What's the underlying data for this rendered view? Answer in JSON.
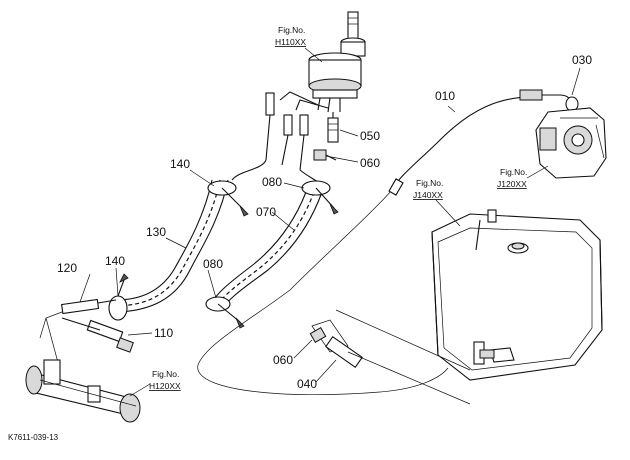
{
  "drawing_id": "K7611-039-13",
  "parts": {
    "p010": "010",
    "p030": "030",
    "p040": "040",
    "p050": "050",
    "p060_upper": "060",
    "p060_lower": "060",
    "p070": "070",
    "p080_upper": "080",
    "p080_lower": "080",
    "p110": "110",
    "p120": "120",
    "p130": "130",
    "p140_upper": "140",
    "p140_lower": "140"
  },
  "figure_refs": {
    "h110": {
      "line1": "Fig.No.",
      "line2": "H110XX"
    },
    "j120": {
      "line1": "Fig.No.",
      "line2": "J120XX"
    },
    "j140": {
      "line1": "Fig.No.",
      "line2": "J140XX"
    },
    "h120": {
      "line1": "Fig.No.",
      "line2": "H120XX"
    }
  }
}
